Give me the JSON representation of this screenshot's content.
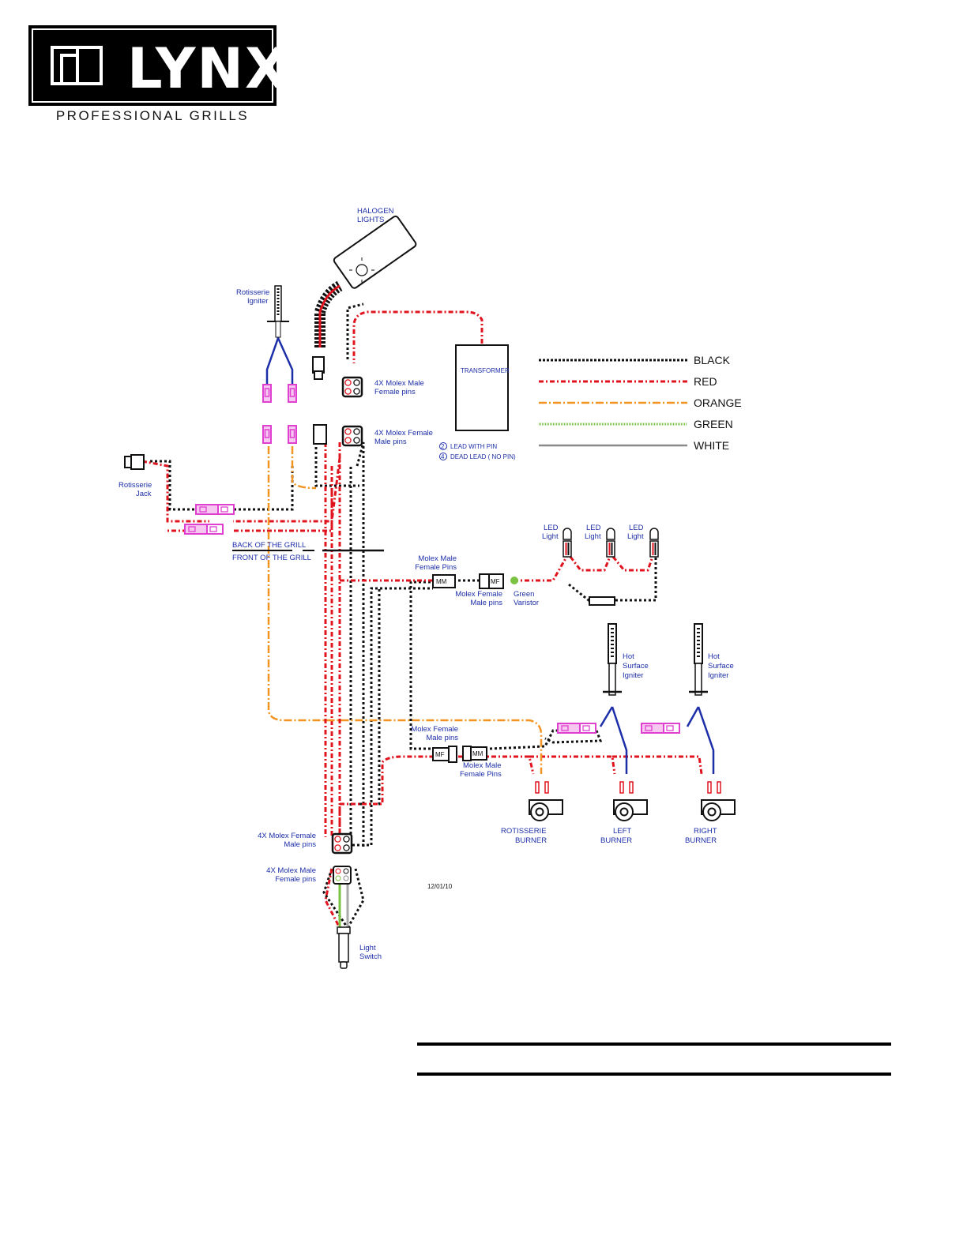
{
  "header": {
    "brand": "LYNX",
    "tagline": "PROFESSIONAL GRILLS"
  },
  "diagram": {
    "halogen_lights": [
      "HALOGEN",
      "LIGHTS"
    ],
    "rotisserie_igniter": [
      "Rotisserie",
      "Igniter"
    ],
    "molex_top_male": [
      "4X Molex Male",
      "Female pins"
    ],
    "molex_top_female": [
      "4X Molex Female",
      "Male pins"
    ],
    "transformer": "TRANSFORMER",
    "pin_legend": {
      "lead_num": "2",
      "lead": "LEAD WITH PIN",
      "dead_num": "4",
      "dead": "DEAD LEAD   ( NO PIN)"
    },
    "rotisserie_jack": [
      "Rotisserie",
      "Jack"
    ],
    "back_of_grill": "BACK OF THE GRILL",
    "front_of_grill": "FRONT OF THE GRILL",
    "molex_male_fp_1": [
      "Molex Male",
      "Female Pins"
    ],
    "molex_female_mp_1": [
      "Molex Female",
      "Male pins"
    ],
    "green_varistor": [
      "Green",
      "Varistor"
    ],
    "led_light": [
      "LED",
      "Light"
    ],
    "hot_surface_igniter": [
      "Hot",
      "Surface",
      "Igniter"
    ],
    "molex_female_mp_2": [
      "Molex Female",
      "Male pins"
    ],
    "molex_male_fp_2": [
      "Molex Male",
      "Female Pins"
    ],
    "rotisserie_burner": [
      "ROTISSERIE",
      "BURNER"
    ],
    "left_burner": [
      "LEFT",
      "BURNER"
    ],
    "right_burner": [
      "RIGHT",
      "BURNER"
    ],
    "molex_bottom_female": [
      "4X Molex Female",
      "Male pins"
    ],
    "molex_bottom_male": [
      "4X Molex Male",
      "Female pins"
    ],
    "date": "12/01/10",
    "light_switch": [
      "Light",
      "Switch"
    ],
    "connector_mm": "MM",
    "connector_mf": "MF"
  },
  "legend": {
    "items": [
      {
        "label": "BLACK",
        "color": "#111111"
      },
      {
        "label": "RED",
        "color": "#e0141e"
      },
      {
        "label": "ORANGE",
        "color": "#f39321"
      },
      {
        "label": "GREEN",
        "color": "#7cc242"
      },
      {
        "label": "WHITE",
        "color": "#8a8a8a"
      }
    ]
  },
  "colors": {
    "black_wire": "#111111",
    "red_wire": "#e0141e",
    "orange_wire": "#f39321",
    "green_wire": "#7cc242",
    "white_wire": "#8a8a8a",
    "blue_wire": "#1d2fa8",
    "connector_pink": "#e040d0",
    "label_blue": "#1d2fa8"
  }
}
